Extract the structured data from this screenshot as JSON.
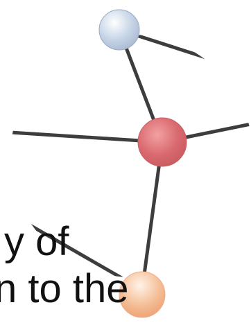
{
  "colors": {
    "background": "#ffffff",
    "edge": "#3d3d3d",
    "hub_node": "#d96a6f",
    "top_node": "#b9c8dc",
    "bottom_node": "#f3b188",
    "text": "#111111"
  },
  "text_fragments": {
    "line_1": "y of",
    "line_2": "n to the"
  },
  "nodes": [
    {
      "id": "top-node",
      "color_name": "light-blue"
    },
    {
      "id": "hub-node",
      "color_name": "red"
    },
    {
      "id": "bottom-node",
      "color_name": "orange"
    }
  ]
}
